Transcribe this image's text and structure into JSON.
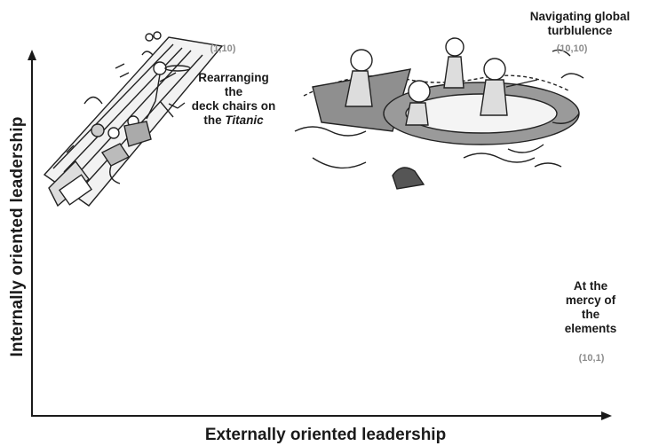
{
  "axes": {
    "y_title": "Internally oriented leadership",
    "x_title": "Externally oriented  leadership"
  },
  "quadrants": {
    "top_left": {
      "coord": "(1,10)",
      "text_lines": [
        "Rearranging",
        "the",
        "deck chairs on"
      ],
      "text_prefix": "the ",
      "text_emphasis": "Titanic"
    },
    "top_right": {
      "title_lines": [
        "Navigating global",
        "turblulence"
      ],
      "coord": "(10,10)"
    },
    "bottom_right": {
      "text_lines": [
        "At the",
        "mercy of",
        "the",
        "elements"
      ],
      "coord": "(10,1)"
    }
  },
  "illustrations": {
    "top_left": "ship-deck-chairs-cartoon",
    "top_right": "lifeboat-rough-water-cartoon"
  }
}
